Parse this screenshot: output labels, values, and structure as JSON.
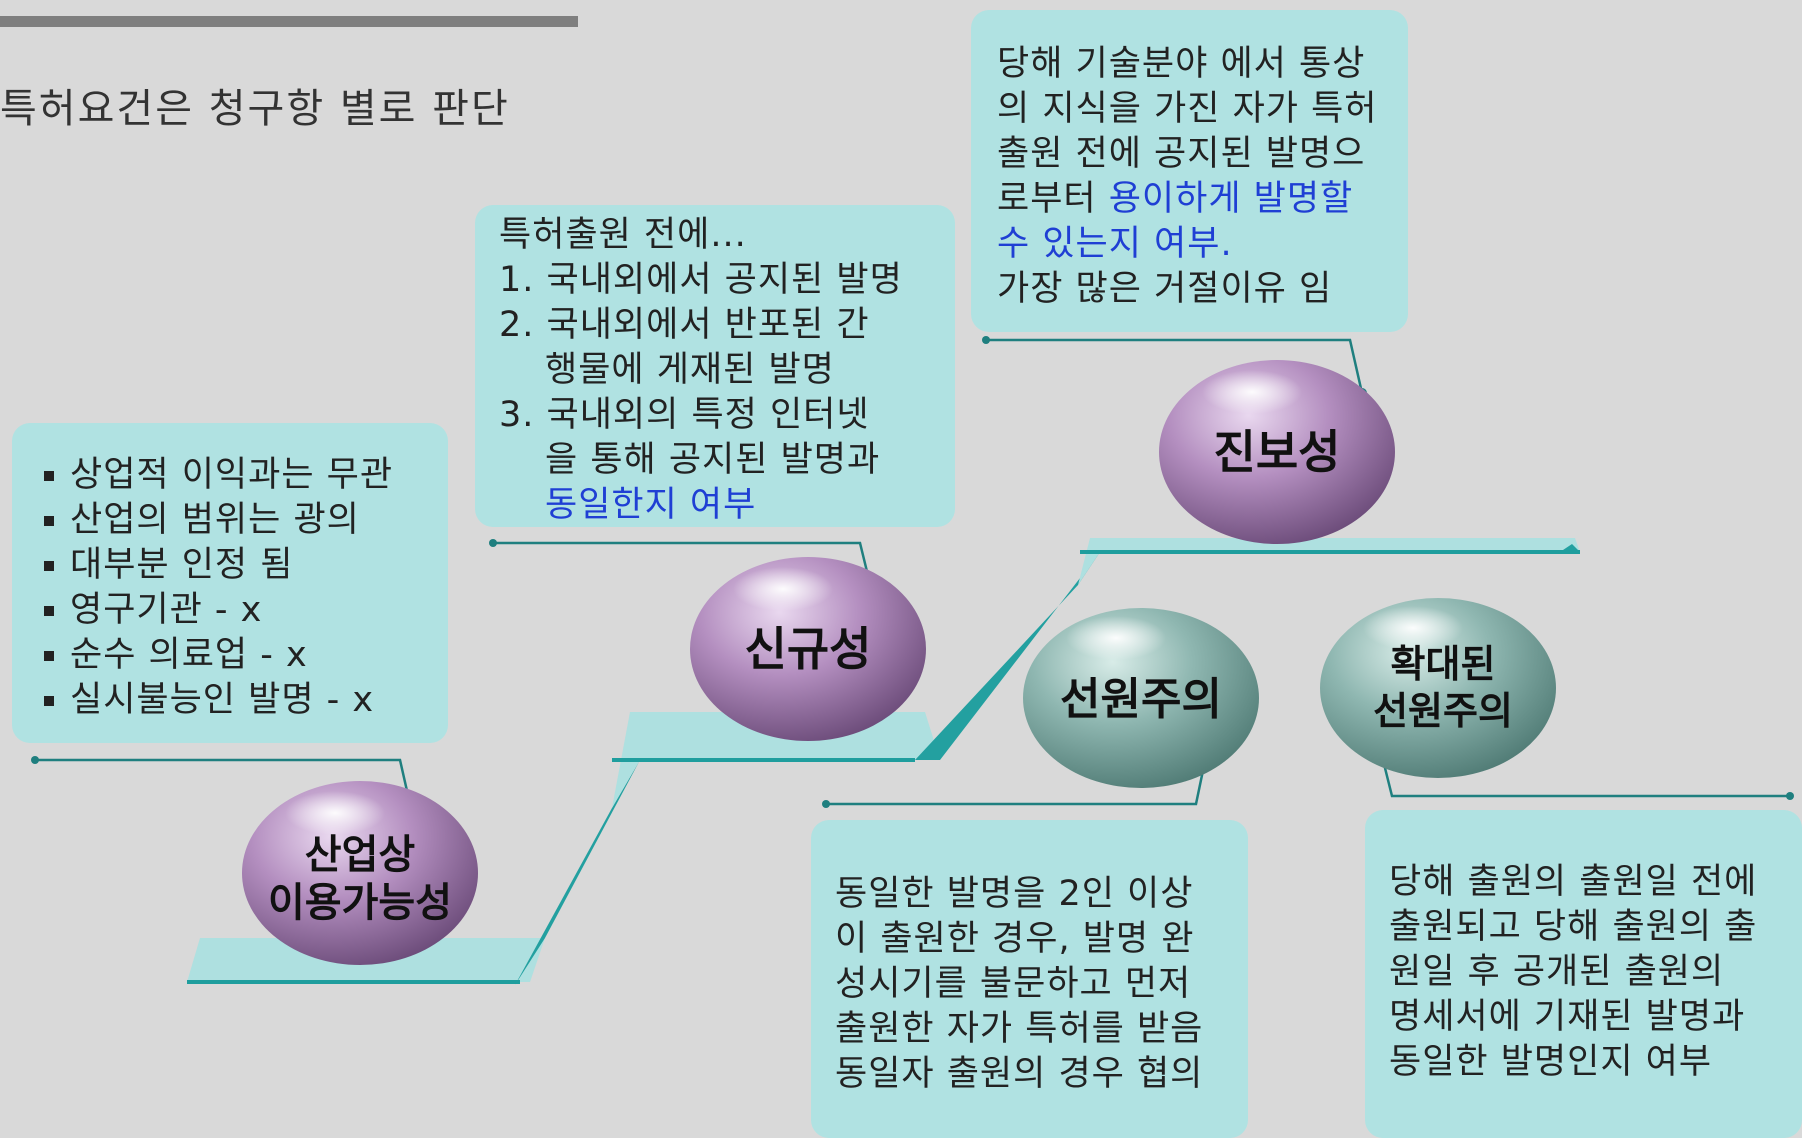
{
  "heading": "특허요건은 청구항 별로 판단",
  "industrial": {
    "label_line1": "산업상",
    "label_line2": "이용가능성",
    "bullets": [
      "상업적 이익과는 무관",
      "산업의 범위는 광의",
      "대부분 인정 됨",
      "영구기관 - x",
      "순수 의료업 - x",
      "실시불능인 발명 - x"
    ]
  },
  "novelty": {
    "label": "신규성",
    "intro": "특허출원 전에...",
    "item1": "1. 국내외에서 공지된 발명",
    "item2_line1": "2. 국내외에서 반포된 간",
    "item2_line2": "행물에 게재된 발명",
    "item3_line1": "3. 국내외의 특정 인터넷",
    "item3_line2": "을 통해 공지된 발명과",
    "highlight": "동일한지 여부"
  },
  "inventive": {
    "label": "진보성",
    "line1": "당해 기술분야 에서 통상",
    "line2": "의 지식을 가진 자가 특허",
    "line3": "출원 전에 공지된 발명으",
    "line4_plain": "로부터 ",
    "line4_highlight": "용이하게 발명할",
    "line5_highlight": "수 있는지 여부.",
    "line6": "가장 많은 거절이유 임"
  },
  "first_to_file": {
    "label": "선원주의",
    "lines": [
      "동일한 발명을 2인 이상",
      "이 출원한 경우, 발명 완",
      "성시기를 불문하고 먼저",
      "출원한 자가 특허를 받음",
      "동일자 출원의 경우 협의"
    ]
  },
  "extended": {
    "label_line1": "확대된",
    "label_line2": "선원주의",
    "lines": [
      "당해 출원의 출원일 전에",
      "출원되고 당해 출원의 출",
      "원일 후 공개된 출원의",
      "명세서에 기재된 발명과",
      "동일한 발명인지 여부"
    ]
  },
  "colors": {
    "background": "#d9d9d9",
    "callout": "#b0e2e2",
    "highlight": "#1f3fd4",
    "purple_ball": "#b48fc0",
    "teal_ball": "#7fa9a3",
    "step_dark": "#1f9e9e"
  }
}
